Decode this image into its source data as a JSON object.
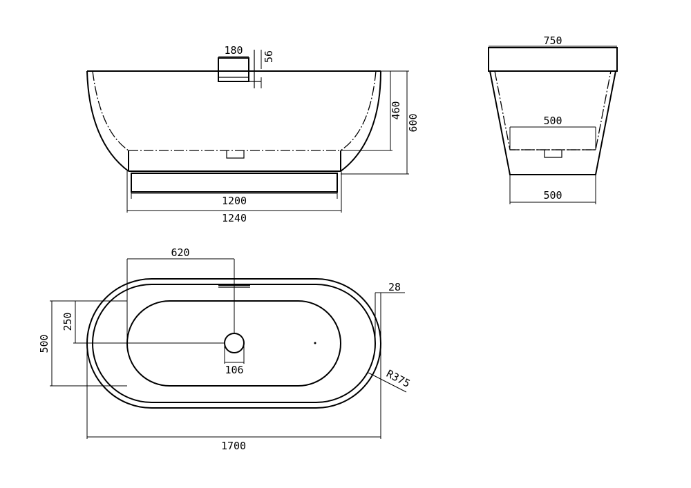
{
  "side_view": {
    "label_top_width": "180",
    "label_overflow_height": "56",
    "label_inner_depth": "460",
    "label_total_height": "600",
    "label_base_inner": "1200",
    "label_base_outer": "1240"
  },
  "end_view": {
    "label_top_width": "750",
    "label_inner_bottom": "500",
    "label_base_width": "500"
  },
  "top_view": {
    "label_drain_offset": "620",
    "label_rim_thickness": "28",
    "label_half_width": "250",
    "label_total_width": "500",
    "label_drain_diameter": "106",
    "label_corner_radius": "R375",
    "label_total_length": "1700"
  }
}
